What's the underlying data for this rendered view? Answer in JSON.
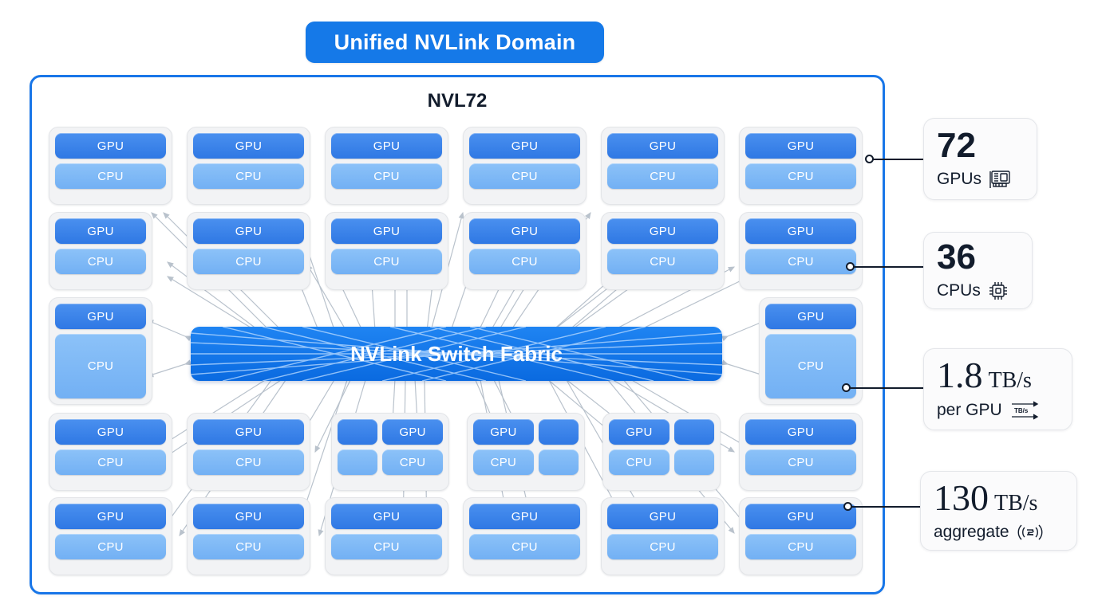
{
  "title_badge": {
    "label": "Unified NVLink Domain"
  },
  "domain": {
    "title": "NVL72",
    "fabric_label": "NVLink Switch Fabric",
    "gpu_label": "GPU",
    "cpu_label": "CPU",
    "rows": [
      {
        "id": "row-1",
        "cards": [
          {
            "type": "full"
          },
          {
            "type": "full"
          },
          {
            "type": "full"
          },
          {
            "type": "full"
          },
          {
            "type": "full"
          },
          {
            "type": "full"
          }
        ]
      },
      {
        "id": "row-2",
        "cards": [
          {
            "type": "full"
          },
          {
            "type": "full"
          },
          {
            "type": "full"
          },
          {
            "type": "full"
          },
          {
            "type": "full"
          },
          {
            "type": "full"
          }
        ]
      },
      {
        "id": "row-3",
        "cards": [
          {
            "type": "tall"
          },
          {
            "type": "tall"
          }
        ]
      },
      {
        "id": "row-4",
        "cards": [
          {
            "type": "full"
          },
          {
            "type": "full"
          },
          {
            "type": "split-left-blank"
          },
          {
            "type": "split-right-blank"
          },
          {
            "type": "split-right-blank"
          },
          {
            "type": "full"
          }
        ]
      },
      {
        "id": "row-5",
        "cards": [
          {
            "type": "full"
          },
          {
            "type": "full"
          },
          {
            "type": "full"
          },
          {
            "type": "full"
          },
          {
            "type": "full"
          },
          {
            "type": "full"
          }
        ]
      }
    ]
  },
  "callouts": [
    {
      "id": "gpus",
      "value": "72",
      "unit": "",
      "sub": "GPUs",
      "icon": "graphics-card-icon"
    },
    {
      "id": "cpus",
      "value": "36",
      "unit": "",
      "sub": "CPUs",
      "icon": "cpu-chip-icon"
    },
    {
      "id": "per-gpu",
      "value": "1.8",
      "unit": "TB/s",
      "sub": "per GPU",
      "icon": "bandwidth-arrows-icon",
      "icon_label": "TB/s"
    },
    {
      "id": "aggregate",
      "value": "130",
      "unit": "TB/s",
      "sub": "aggregate",
      "icon": "broadcast-icon"
    }
  ],
  "colors": {
    "accent": "#1876e8",
    "gpu": "#3b82e8",
    "cpu": "#74b3f5",
    "fabric": "#0f78ee",
    "ink": "#121c2c",
    "card_frame": "#f2f3f5"
  }
}
